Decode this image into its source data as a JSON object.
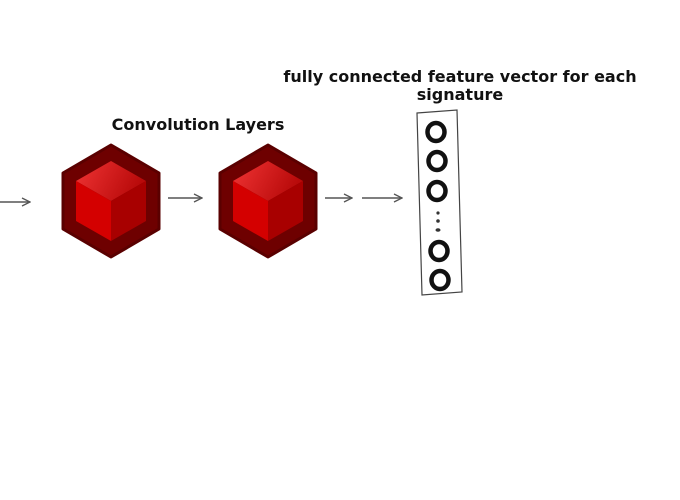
{
  "labels": {
    "conv_title": "Convolution Layers",
    "fc_title_line1": "fully connected feature vector for each",
    "fc_title_line2": "signature"
  },
  "colors": {
    "hex_border": "#6e0000",
    "cube_front": "#d40000",
    "cube_side": "#a80000",
    "cube_top": "#ee2a2a",
    "arrow": "#555555",
    "node": "#111111"
  },
  "conv_layer_count": 2,
  "fc_nodes_visible": 5
}
